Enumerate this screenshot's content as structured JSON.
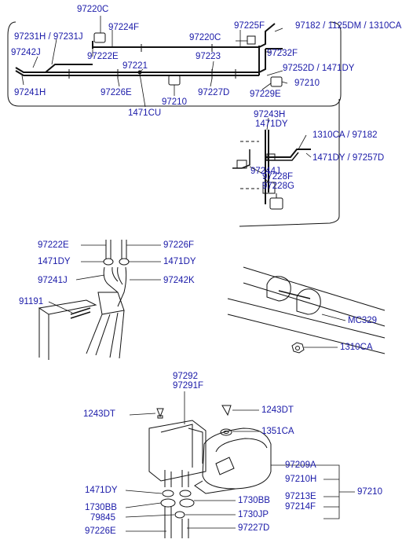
{
  "colors": {
    "label": "#1a1aa8",
    "line": "#111111"
  },
  "section_top": {
    "labels": {
      "p97220C_a": "97220C",
      "p97224F": "97224F",
      "p97225F": "97225F",
      "p97182_group": "97182 / 1125DM / 1310CA",
      "p97231H_J": "97231H / 97231J",
      "p97220C_b": "97220C",
      "p97242J": "97242J",
      "p97222E": "97222E",
      "p97232F": "97232F",
      "p97221": "97221",
      "p97223": "97223",
      "p97252D": "97252D / 1471DY",
      "p97241H": "97241H",
      "p97226E": "97226E",
      "p97227D": "97227D",
      "p97229E": "97229E",
      "p97210_a": "97210",
      "p97210_b": "97210",
      "p1471CU": "1471CU"
    }
  },
  "section_detail": {
    "labels": {
      "p97243H": "97243H",
      "p1471DY_a": "1471DY",
      "p1310CA_97182": "1310CA / 97182",
      "p1471DY_97257D": "1471DY / 97257D",
      "p97244J": "97244J",
      "p97228F": "97228F",
      "p97228G": "97228G"
    }
  },
  "section_hose": {
    "labels": {
      "p97222E": "97222E",
      "p97226F": "97226F",
      "p1471DY_l": "1471DY",
      "p1471DY_r": "1471DY",
      "p97241J": "97241J",
      "p97242K": "97242K",
      "p91191": "91191"
    }
  },
  "section_clip": {
    "labels": {
      "pMC329": "MC329",
      "p1310CA": "1310CA"
    }
  },
  "section_canister": {
    "labels": {
      "p97292": "97292",
      "p97291F": "97291F",
      "p1243DT_l": "1243DT",
      "p1243DT_r": "1243DT",
      "p1351CA": "1351CA",
      "p1471DY": "1471DY",
      "p97209A": "97209A",
      "p97210H": "97210H",
      "p97213E": "97213E",
      "p97214F": "97214F",
      "p97210": "97210",
      "p1730BB_l": "1730BB",
      "p1730BB_r": "1730BB",
      "p79845": "79845",
      "p1730JP": "1730JP",
      "p97226E": "97226E",
      "p97227D": "97227D"
    }
  }
}
